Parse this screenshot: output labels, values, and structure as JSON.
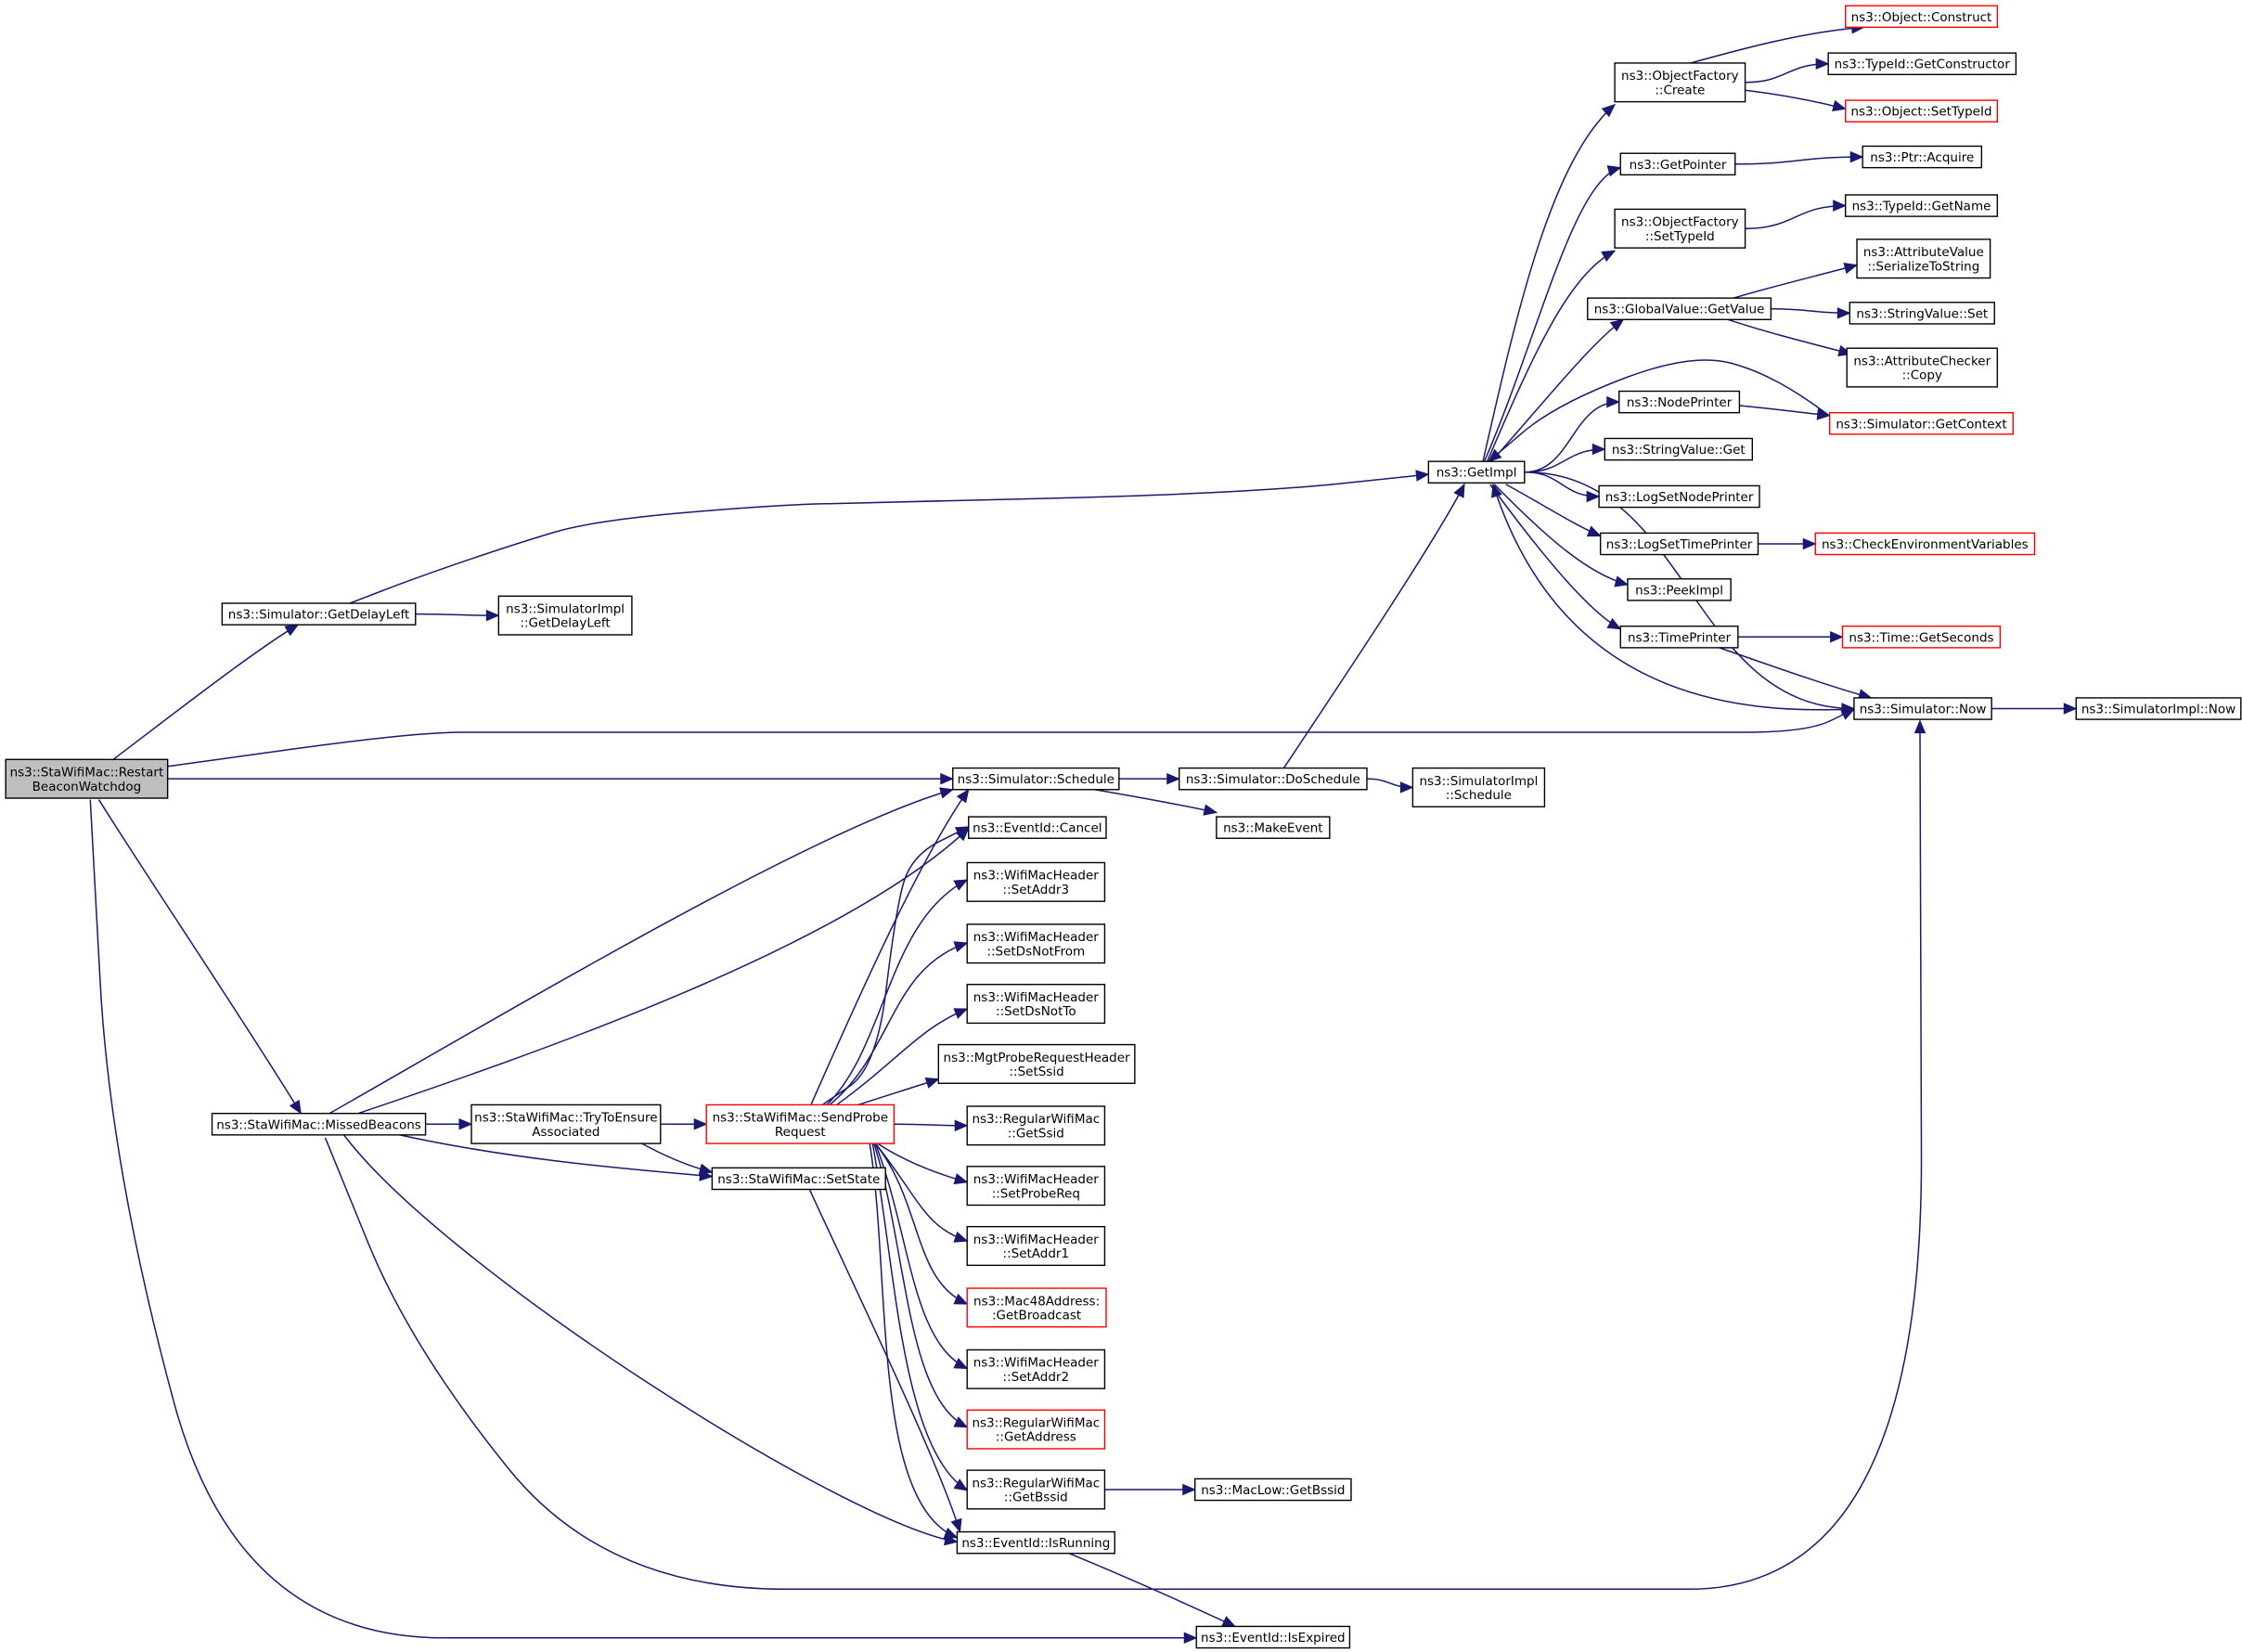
{
  "diagram": {
    "nodes": {
      "restart": {
        "lines": [
          "ns3::StaWifiMac::Restart",
          "BeaconWatchdog"
        ],
        "style": "root"
      },
      "getDelayLeft": {
        "lines": [
          "ns3::Simulator::GetDelayLeft"
        ]
      },
      "simImplGetDelayLeft": {
        "lines": [
          "ns3::SimulatorImpl",
          "::GetDelayLeft"
        ]
      },
      "getImpl": {
        "lines": [
          "ns3::GetImpl"
        ]
      },
      "ofCreate": {
        "lines": [
          "ns3::ObjectFactory",
          "::Create"
        ]
      },
      "objConstruct": {
        "lines": [
          "ns3::Object::Construct"
        ],
        "style": "red"
      },
      "getConstructor": {
        "lines": [
          "ns3::TypeId::GetConstructor"
        ]
      },
      "objSetTypeId": {
        "lines": [
          "ns3::Object::SetTypeId"
        ],
        "style": "red"
      },
      "getPointer": {
        "lines": [
          "ns3::GetPointer"
        ]
      },
      "ptrAcquire": {
        "lines": [
          "ns3::Ptr::Acquire"
        ]
      },
      "ofSetTypeId": {
        "lines": [
          "ns3::ObjectFactory",
          "::SetTypeId"
        ]
      },
      "typeIdGetName": {
        "lines": [
          "ns3::TypeId::GetName"
        ]
      },
      "gvGetValue": {
        "lines": [
          "ns3::GlobalValue::GetValue"
        ]
      },
      "avSerialize": {
        "lines": [
          "ns3::AttributeValue",
          "::SerializeToString"
        ]
      },
      "svSet": {
        "lines": [
          "ns3::StringValue::Set"
        ]
      },
      "acCopy": {
        "lines": [
          "ns3::AttributeChecker",
          "::Copy"
        ]
      },
      "nodePrinter": {
        "lines": [
          "ns3::NodePrinter"
        ]
      },
      "simGetContext": {
        "lines": [
          "ns3::Simulator::GetContext"
        ],
        "style": "red"
      },
      "svGet": {
        "lines": [
          "ns3::StringValue::Get"
        ]
      },
      "logSetNode": {
        "lines": [
          "ns3::LogSetNodePrinter"
        ]
      },
      "logSetTime": {
        "lines": [
          "ns3::LogSetTimePrinter"
        ]
      },
      "checkEnv": {
        "lines": [
          "ns3::CheckEnvironmentVariables"
        ],
        "style": "red"
      },
      "peekImpl": {
        "lines": [
          "ns3::PeekImpl"
        ]
      },
      "timePrinter": {
        "lines": [
          "ns3::TimePrinter"
        ]
      },
      "timeGetSeconds": {
        "lines": [
          "ns3::Time::GetSeconds"
        ],
        "style": "red"
      },
      "simNow": {
        "lines": [
          "ns3::Simulator::Now"
        ]
      },
      "simImplNow": {
        "lines": [
          "ns3::SimulatorImpl::Now"
        ]
      },
      "simSchedule": {
        "lines": [
          "ns3::Simulator::Schedule"
        ]
      },
      "simDoSchedule": {
        "lines": [
          "ns3::Simulator::DoSchedule"
        ]
      },
      "simImplSchedule": {
        "lines": [
          "ns3::SimulatorImpl",
          "::Schedule"
        ]
      },
      "makeEvent": {
        "lines": [
          "ns3::MakeEvent"
        ]
      },
      "eventCancel": {
        "lines": [
          "ns3::EventId::Cancel"
        ]
      },
      "wmhSetAddr3": {
        "lines": [
          "ns3::WifiMacHeader",
          "::SetAddr3"
        ]
      },
      "wmhSetDsNotFrom": {
        "lines": [
          "ns3::WifiMacHeader",
          "::SetDsNotFrom"
        ]
      },
      "wmhSetDsNotTo": {
        "lines": [
          "ns3::WifiMacHeader",
          "::SetDsNotTo"
        ]
      },
      "mgtSetSsid": {
        "lines": [
          "ns3::MgtProbeRequestHeader",
          "::SetSsid"
        ]
      },
      "rwmGetSsid": {
        "lines": [
          "ns3::RegularWifiMac",
          "::GetSsid"
        ]
      },
      "wmhSetProbeReq": {
        "lines": [
          "ns3::WifiMacHeader",
          "::SetProbeReq"
        ]
      },
      "wmhSetAddr1": {
        "lines": [
          "ns3::WifiMacHeader",
          "::SetAddr1"
        ]
      },
      "macGetBroadcast": {
        "lines": [
          "ns3::Mac48Address:",
          ":GetBroadcast"
        ],
        "style": "red"
      },
      "wmhSetAddr2": {
        "lines": [
          "ns3::WifiMacHeader",
          "::SetAddr2"
        ]
      },
      "rwmGetAddress": {
        "lines": [
          "ns3::RegularWifiMac",
          "::GetAddress"
        ],
        "style": "red"
      },
      "rwmGetBssid": {
        "lines": [
          "ns3::RegularWifiMac",
          "::GetBssid"
        ]
      },
      "macLowGetBssid": {
        "lines": [
          "ns3::MacLow::GetBssid"
        ]
      },
      "eventIsRunning": {
        "lines": [
          "ns3::EventId::IsRunning"
        ]
      },
      "eventIsExpired": {
        "lines": [
          "ns3::EventId::IsExpired"
        ]
      },
      "missedBeacons": {
        "lines": [
          "ns3::StaWifiMac::MissedBeacons"
        ]
      },
      "tryEnsure": {
        "lines": [
          "ns3::StaWifiMac::TryToEnsure",
          "Associated"
        ]
      },
      "sendProbe": {
        "lines": [
          "ns3::StaWifiMac::SendProbe",
          "Request"
        ],
        "style": "red"
      },
      "setState": {
        "lines": [
          "ns3::StaWifiMac::SetState"
        ]
      }
    },
    "edges": [
      [
        "restart",
        "getDelayLeft"
      ],
      [
        "restart",
        "simNow"
      ],
      [
        "restart",
        "simSchedule"
      ],
      [
        "restart",
        "missedBeacons"
      ],
      [
        "restart",
        "eventIsExpired"
      ],
      [
        "getDelayLeft",
        "getImpl"
      ],
      [
        "getDelayLeft",
        "simImplGetDelayLeft"
      ],
      [
        "getImpl",
        "ofCreate"
      ],
      [
        "getImpl",
        "getPointer"
      ],
      [
        "getImpl",
        "ofSetTypeId"
      ],
      [
        "getImpl",
        "gvGetValue"
      ],
      [
        "getImpl",
        "nodePrinter"
      ],
      [
        "getImpl",
        "svGet"
      ],
      [
        "getImpl",
        "logSetNode"
      ],
      [
        "getImpl",
        "logSetTime"
      ],
      [
        "getImpl",
        "peekImpl"
      ],
      [
        "getImpl",
        "timePrinter"
      ],
      [
        "getImpl",
        "simNow"
      ],
      [
        "ofCreate",
        "objConstruct"
      ],
      [
        "ofCreate",
        "getConstructor"
      ],
      [
        "ofCreate",
        "objSetTypeId"
      ],
      [
        "getPointer",
        "ptrAcquire"
      ],
      [
        "ofSetTypeId",
        "typeIdGetName"
      ],
      [
        "gvGetValue",
        "avSerialize"
      ],
      [
        "gvGetValue",
        "svSet"
      ],
      [
        "gvGetValue",
        "acCopy"
      ],
      [
        "nodePrinter",
        "simGetContext"
      ],
      [
        "simGetContext",
        "getImpl"
      ],
      [
        "logSetTime",
        "checkEnv"
      ],
      [
        "timePrinter",
        "timeGetSeconds"
      ],
      [
        "timePrinter",
        "simNow"
      ],
      [
        "simNow",
        "getImpl"
      ],
      [
        "simNow",
        "simImplNow"
      ],
      [
        "simSchedule",
        "simDoSchedule"
      ],
      [
        "simSchedule",
        "makeEvent"
      ],
      [
        "simDoSchedule",
        "getImpl"
      ],
      [
        "simDoSchedule",
        "simImplSchedule"
      ],
      [
        "missedBeacons",
        "simSchedule"
      ],
      [
        "missedBeacons",
        "eventCancel"
      ],
      [
        "missedBeacons",
        "tryEnsure"
      ],
      [
        "missedBeacons",
        "setState"
      ],
      [
        "missedBeacons",
        "eventIsRunning"
      ],
      [
        "missedBeacons",
        "simNow"
      ],
      [
        "tryEnsure",
        "sendProbe"
      ],
      [
        "tryEnsure",
        "setState"
      ],
      [
        "sendProbe",
        "simSchedule"
      ],
      [
        "sendProbe",
        "eventCancel"
      ],
      [
        "sendProbe",
        "wmhSetAddr3"
      ],
      [
        "sendProbe",
        "wmhSetDsNotFrom"
      ],
      [
        "sendProbe",
        "wmhSetDsNotTo"
      ],
      [
        "sendProbe",
        "mgtSetSsid"
      ],
      [
        "sendProbe",
        "rwmGetSsid"
      ],
      [
        "sendProbe",
        "wmhSetProbeReq"
      ],
      [
        "sendProbe",
        "wmhSetAddr1"
      ],
      [
        "sendProbe",
        "macGetBroadcast"
      ],
      [
        "sendProbe",
        "wmhSetAddr2"
      ],
      [
        "sendProbe",
        "rwmGetAddress"
      ],
      [
        "sendProbe",
        "rwmGetBssid"
      ],
      [
        "sendProbe",
        "eventIsRunning"
      ],
      [
        "rwmGetBssid",
        "macLowGetBssid"
      ],
      [
        "setState",
        "eventIsRunning"
      ],
      [
        "eventIsRunning",
        "eventIsExpired"
      ]
    ]
  }
}
